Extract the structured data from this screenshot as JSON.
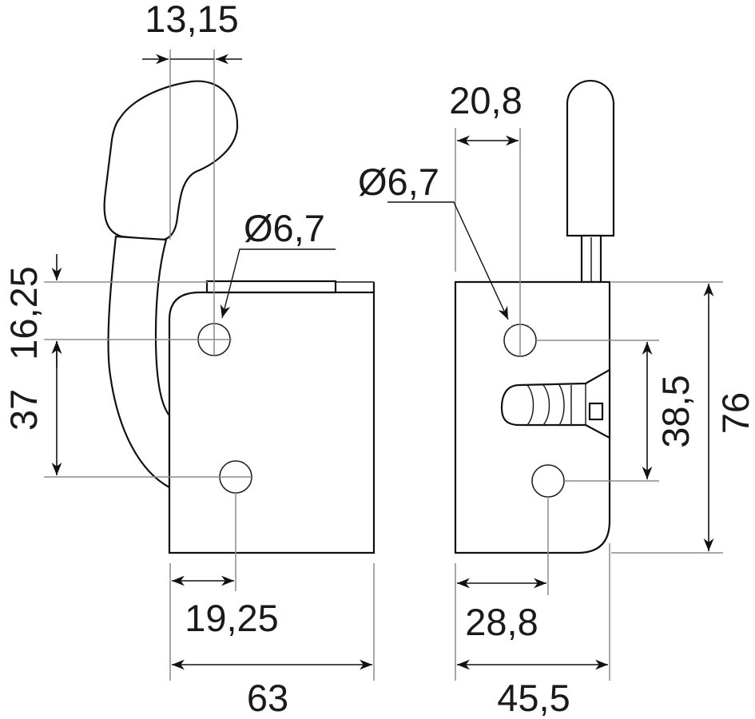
{
  "dimensions": {
    "top_offset": "13,15",
    "left_hole_diameter": "Ø6,7",
    "left_top_to_hole": "16,25",
    "left_hole_spacing": "37",
    "left_hole_from_edge": "19,25",
    "left_width": "63",
    "right_top_offset": "20,8",
    "right_hole_diameter": "Ø6,7",
    "right_hole_spacing": "38,5",
    "right_height": "76",
    "right_hole_from_edge": "28,8",
    "right_width": "45,5"
  }
}
